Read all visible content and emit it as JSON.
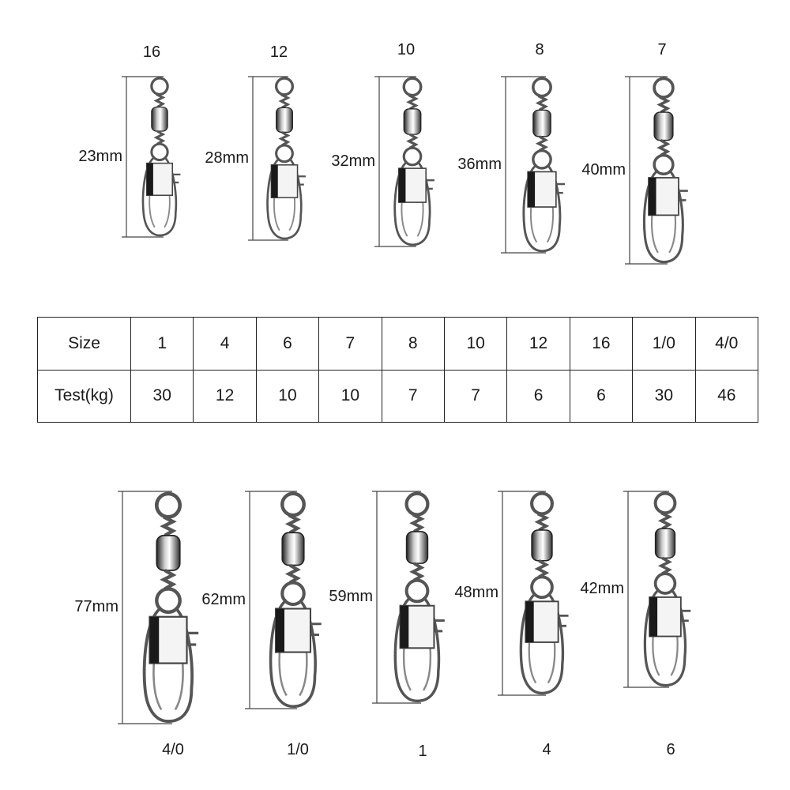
{
  "top_row": [
    {
      "size": "16",
      "length": "23mm"
    },
    {
      "size": "12",
      "length": "28mm"
    },
    {
      "size": "10",
      "length": "32mm"
    },
    {
      "size": "8",
      "length": "36mm"
    },
    {
      "size": "7",
      "length": "40mm"
    }
  ],
  "table": {
    "size_header": "Size",
    "test_header": "Test(kg)",
    "sizes": [
      "1",
      "4",
      "6",
      "7",
      "8",
      "10",
      "12",
      "16",
      "1/0",
      "4/0"
    ],
    "tests": [
      "30",
      "12",
      "10",
      "10",
      "7",
      "7",
      "6",
      "6",
      "30",
      "46"
    ]
  },
  "bottom_row": [
    {
      "size": "4/0",
      "length": "77mm"
    },
    {
      "size": "1/0",
      "length": "62mm"
    },
    {
      "size": "1",
      "length": "59mm"
    },
    {
      "size": "4",
      "length": "48mm"
    },
    {
      "size": "6",
      "length": "42mm"
    }
  ]
}
